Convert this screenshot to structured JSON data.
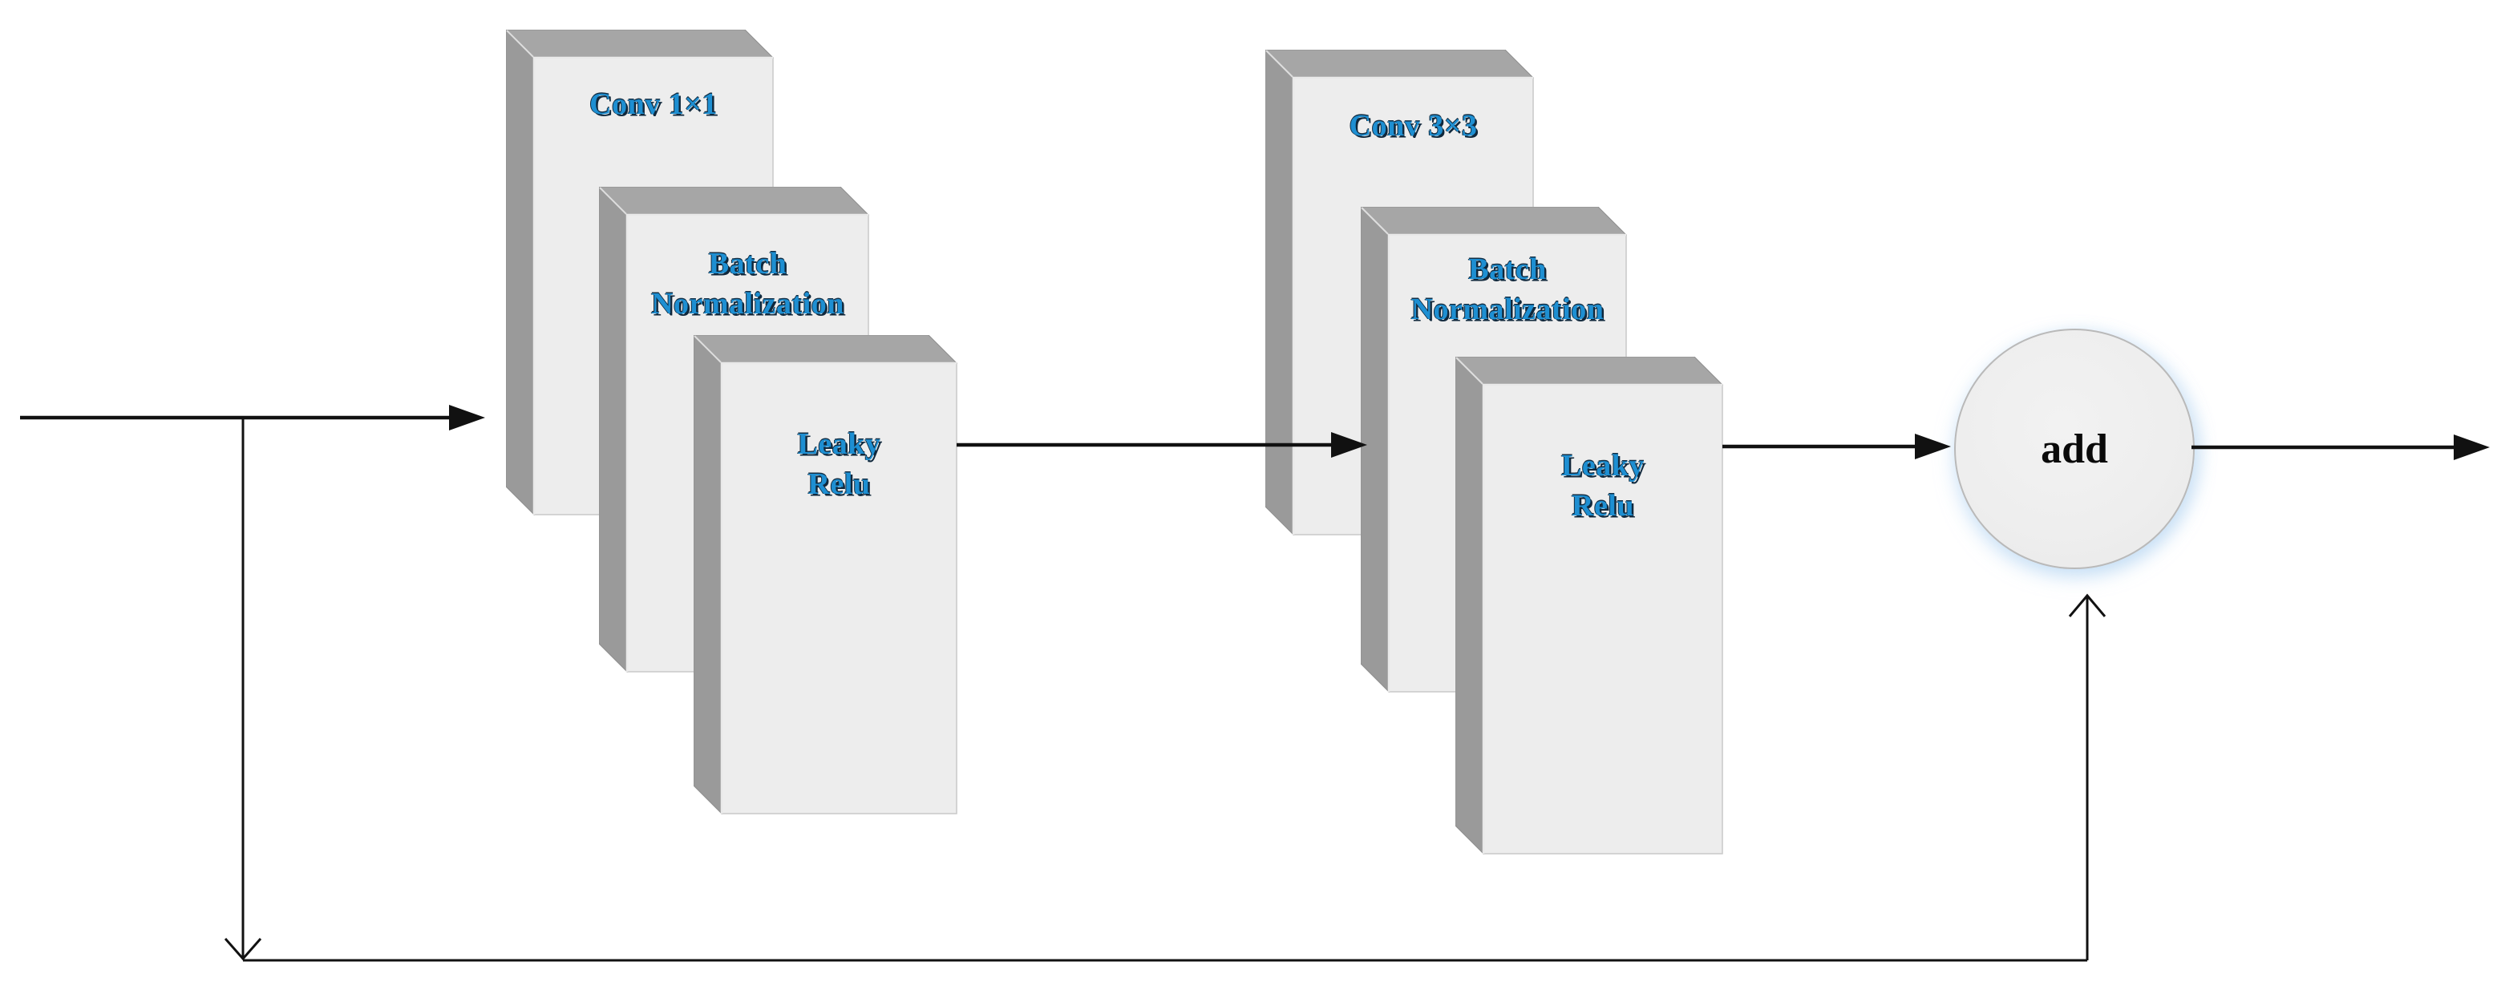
{
  "diagram": {
    "kind": "residual-block-flow",
    "background_color": "#ffffff",
    "groups": [
      {
        "id": "group1",
        "boxes": [
          {
            "label": "Conv 1×1"
          },
          {
            "line1": "Batch",
            "line2": "Normalization"
          },
          {
            "line1": "Leaky",
            "line2": "Relu"
          }
        ]
      },
      {
        "id": "group2",
        "boxes": [
          {
            "label": "Conv 3×3"
          },
          {
            "line1": "Batch",
            "line2": "Normalization"
          },
          {
            "line1": "Leaky",
            "line2": "Relu"
          }
        ]
      }
    ],
    "add_node": {
      "label": "add"
    },
    "colors": {
      "label_blue": "#1e8fd2",
      "label_shadow": "#10283c",
      "box_front": "#ededed",
      "box_top": "#a6a6a6",
      "box_left": "#9a9a9a",
      "line": "#111111",
      "circle_fill": "#eeeeee",
      "circle_glow": "#a8cdf0"
    }
  }
}
